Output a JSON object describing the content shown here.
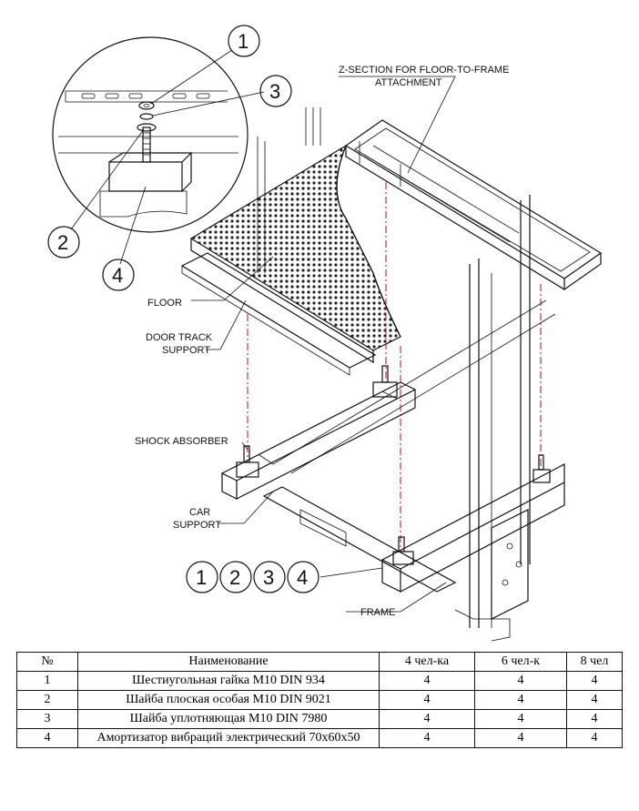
{
  "diagram": {
    "labels": {
      "zsection": [
        "Z-SECTION FOR FLOOR-TO-FRAME",
        "ATTACHMENT"
      ],
      "floor": "FLOOR",
      "door_track": [
        "DOOR TRACK",
        "SUPPORT"
      ],
      "shock": "SHOCK ABSORBER",
      "car_support": [
        "CAR",
        "SUPPORT"
      ],
      "frame": "FRAME"
    },
    "callouts": [
      "1",
      "2",
      "3",
      "4"
    ]
  },
  "table": {
    "headers": [
      "№",
      "Наименование",
      "4 чел-ка",
      "6 чел-к",
      "8 чел"
    ],
    "rows": [
      {
        "no": "1",
        "name": "Шестиугольная гайка M10 DIN 934",
        "c4": "4",
        "c6": "4",
        "c8": "4"
      },
      {
        "no": "2",
        "name": "Шайба плоская особая M10 DIN 9021",
        "c4": "4",
        "c6": "4",
        "c8": "4"
      },
      {
        "no": "3",
        "name": "Шайба уплотняющая  M10 DIN 7980",
        "c4": "4",
        "c6": "4",
        "c8": "4"
      },
      {
        "no": "4",
        "name": "Амортизатор вибраций электрический 70x60x50",
        "c4": "4",
        "c6": "4",
        "c8": "4"
      }
    ]
  },
  "colors": {
    "line": "#111111",
    "centerline": "#c8202a"
  }
}
